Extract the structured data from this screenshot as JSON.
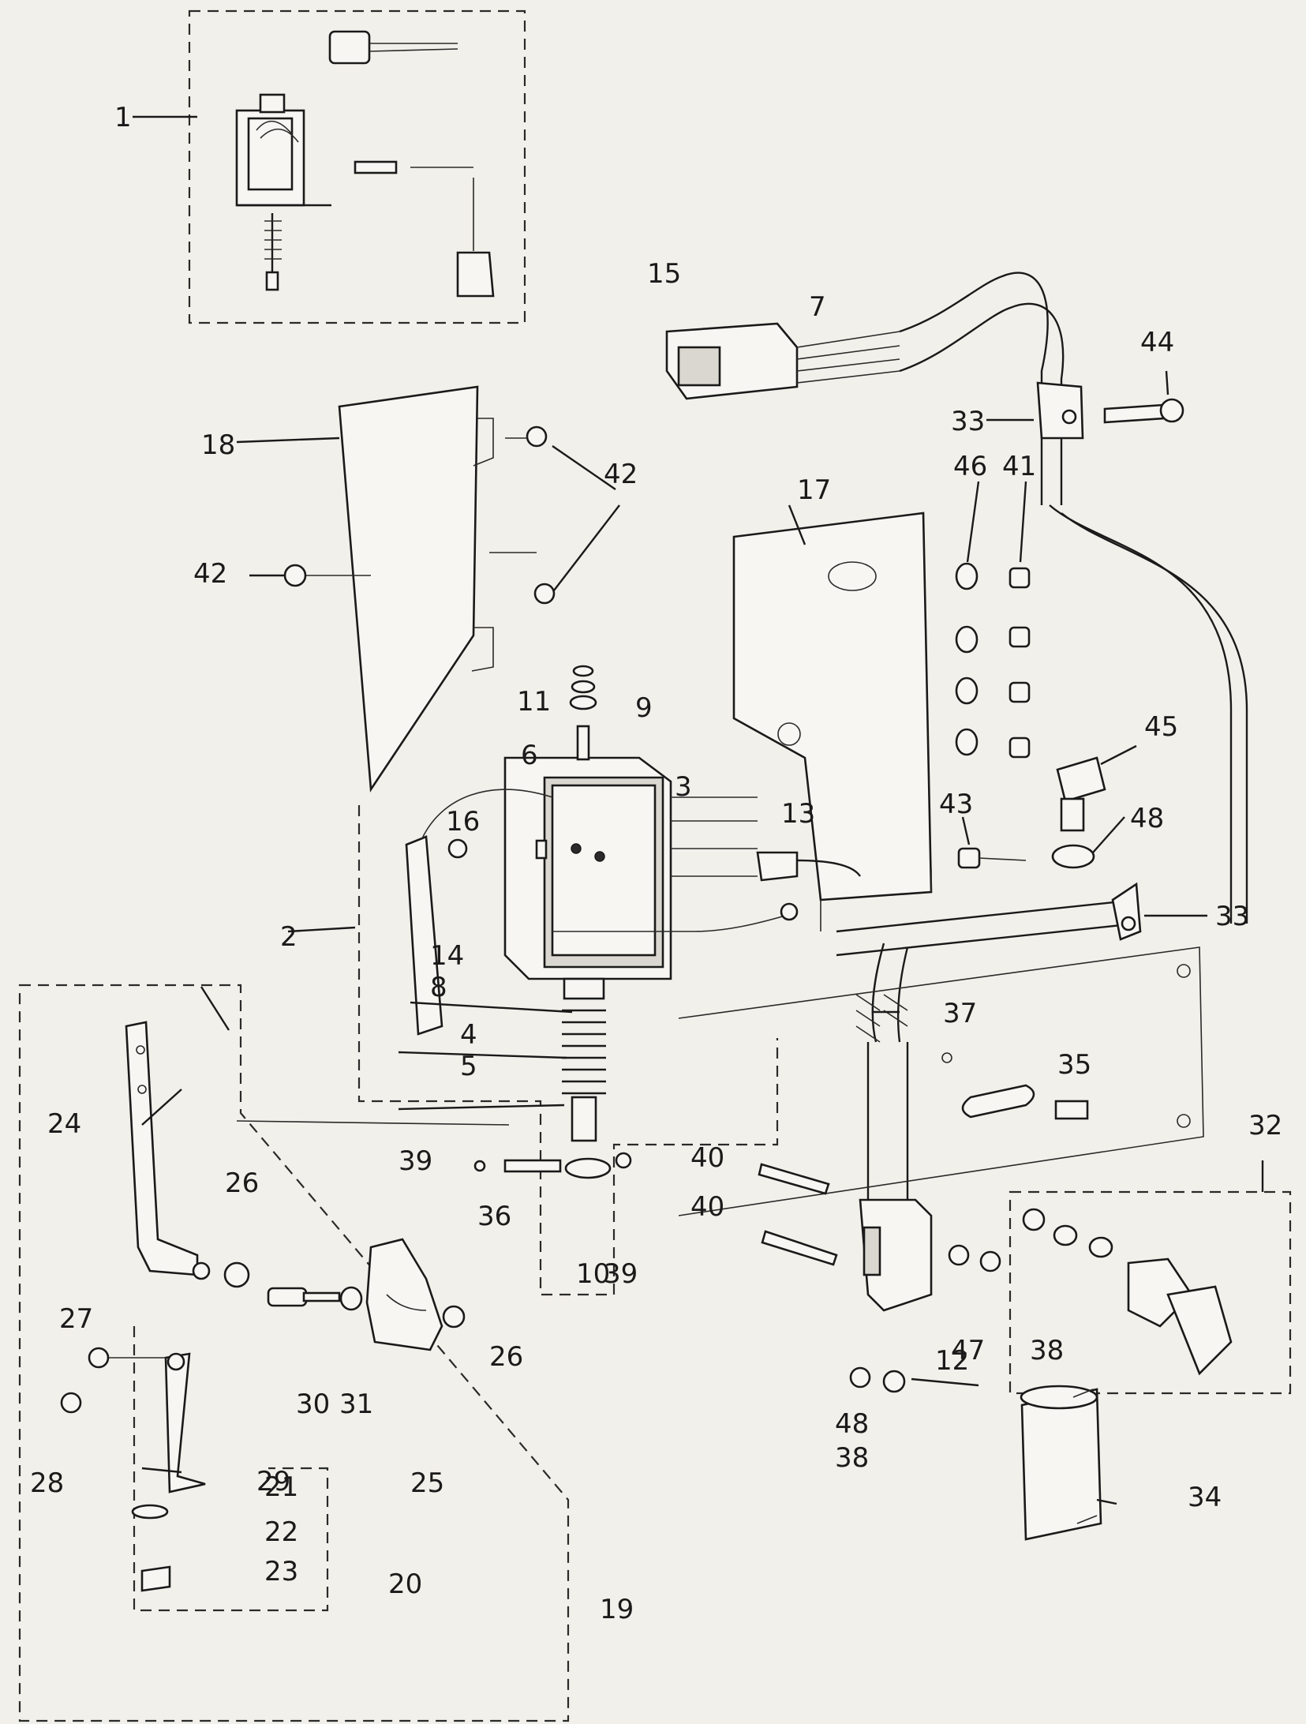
{
  "parts": [
    {
      "key": "p1",
      "text": "1"
    },
    {
      "key": "p2",
      "text": "2"
    },
    {
      "key": "p3",
      "text": "3"
    },
    {
      "key": "p4",
      "text": "4"
    },
    {
      "key": "p5",
      "text": "5"
    },
    {
      "key": "p6",
      "text": "6"
    },
    {
      "key": "p7",
      "text": "7"
    },
    {
      "key": "p8",
      "text": "8"
    },
    {
      "key": "p9",
      "text": "9"
    },
    {
      "key": "p10",
      "text": "10"
    },
    {
      "key": "p11",
      "text": "11"
    },
    {
      "key": "p12",
      "text": "12"
    },
    {
      "key": "p13",
      "text": "13"
    },
    {
      "key": "p14",
      "text": "14"
    },
    {
      "key": "p15",
      "text": "15"
    },
    {
      "key": "p16",
      "text": "16"
    },
    {
      "key": "p17",
      "text": "17"
    },
    {
      "key": "p18",
      "text": "18"
    },
    {
      "key": "p19",
      "text": "19"
    },
    {
      "key": "p20",
      "text": "20"
    },
    {
      "key": "p21",
      "text": "21"
    },
    {
      "key": "p22",
      "text": "22"
    },
    {
      "key": "p23",
      "text": "23"
    },
    {
      "key": "p24",
      "text": "24"
    },
    {
      "key": "p25",
      "text": "25"
    },
    {
      "key": "p26a",
      "text": "26"
    },
    {
      "key": "p26b",
      "text": "26"
    },
    {
      "key": "p27",
      "text": "27"
    },
    {
      "key": "p28",
      "text": "28"
    },
    {
      "key": "p29",
      "text": "29"
    },
    {
      "key": "p30",
      "text": "30"
    },
    {
      "key": "p31",
      "text": "31"
    },
    {
      "key": "p32",
      "text": "32"
    },
    {
      "key": "p33a",
      "text": "33"
    },
    {
      "key": "p33b",
      "text": "33"
    },
    {
      "key": "p34",
      "text": "34"
    },
    {
      "key": "p35",
      "text": "35"
    },
    {
      "key": "p36",
      "text": "36"
    },
    {
      "key": "p37",
      "text": "37"
    },
    {
      "key": "p38a",
      "text": "38"
    },
    {
      "key": "p38b",
      "text": "38"
    },
    {
      "key": "p39a",
      "text": "39"
    },
    {
      "key": "p39b",
      "text": "39"
    },
    {
      "key": "p40a",
      "text": "40"
    },
    {
      "key": "p40b",
      "text": "40"
    },
    {
      "key": "p41",
      "text": "41"
    },
    {
      "key": "p42a",
      "text": "42"
    },
    {
      "key": "p42b",
      "text": "42"
    },
    {
      "key": "p43",
      "text": "43"
    },
    {
      "key": "p44",
      "text": "44"
    },
    {
      "key": "p45",
      "text": "45"
    },
    {
      "key": "p46",
      "text": "46"
    },
    {
      "key": "p47",
      "text": "47"
    },
    {
      "key": "p48a",
      "text": "48"
    },
    {
      "key": "p48b",
      "text": "48"
    }
  ],
  "colors": {
    "ink": "#1a1a1a",
    "paper": "#f2f0ea"
  }
}
